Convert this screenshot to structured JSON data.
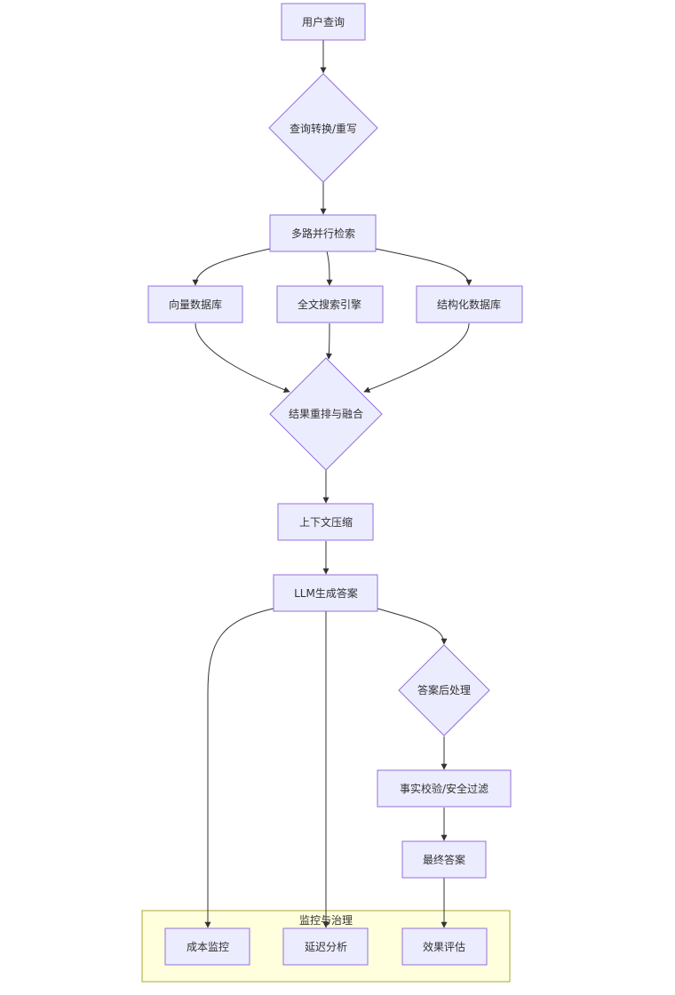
{
  "diagram": {
    "type": "flowchart",
    "colors": {
      "node_fill": "#ECECFF",
      "node_stroke": "#9370DB",
      "cluster_fill": "#FFFFDE",
      "cluster_stroke": "#AAAA33",
      "edge": "#333333",
      "text": "#333333"
    },
    "nodes": {
      "user_query": "用户查询",
      "query_rewrite": "查询转换/重写",
      "parallel_retrieval": "多路并行检索",
      "vector_db": "向量数据库",
      "fulltext_engine": "全文搜索引擎",
      "structured_db": "结构化数据库",
      "rerank_fusion": "结果重排与融合",
      "context_compress": "上下文压缩",
      "llm_generate": "LLM生成答案",
      "post_process": "答案后处理",
      "fact_check": "事实校验/安全过滤",
      "final_answer": "最终答案",
      "cost_monitor": "成本监控",
      "latency_analysis": "延迟分析",
      "effect_eval": "效果评估"
    },
    "clusters": {
      "governance": "监控与治理"
    },
    "edges": [
      [
        "user_query",
        "query_rewrite"
      ],
      [
        "query_rewrite",
        "parallel_retrieval"
      ],
      [
        "parallel_retrieval",
        "vector_db"
      ],
      [
        "parallel_retrieval",
        "fulltext_engine"
      ],
      [
        "parallel_retrieval",
        "structured_db"
      ],
      [
        "vector_db",
        "rerank_fusion"
      ],
      [
        "fulltext_engine",
        "rerank_fusion"
      ],
      [
        "structured_db",
        "rerank_fusion"
      ],
      [
        "rerank_fusion",
        "context_compress"
      ],
      [
        "context_compress",
        "llm_generate"
      ],
      [
        "llm_generate",
        "post_process"
      ],
      [
        "post_process",
        "fact_check"
      ],
      [
        "fact_check",
        "final_answer"
      ],
      [
        "llm_generate",
        "cost_monitor"
      ],
      [
        "llm_generate",
        "latency_analysis"
      ],
      [
        "final_answer",
        "effect_eval"
      ]
    ]
  }
}
